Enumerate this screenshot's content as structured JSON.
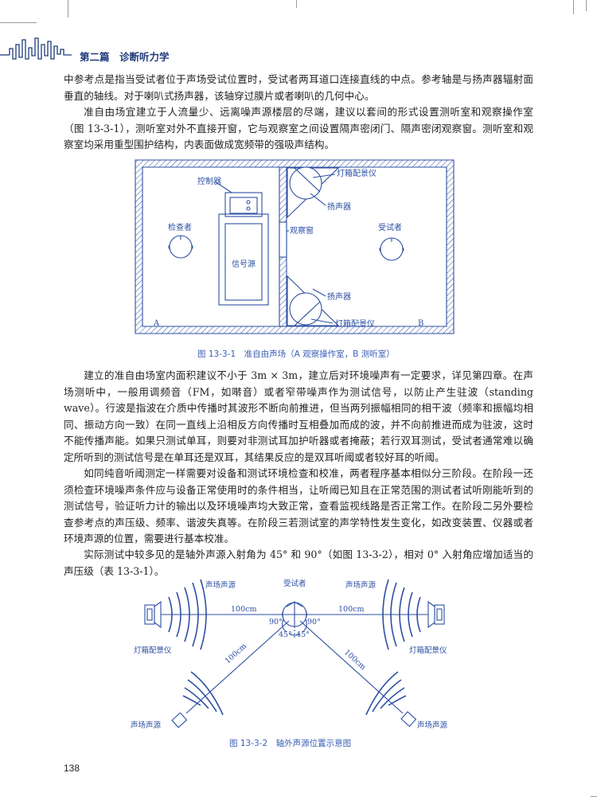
{
  "header": {
    "title": "第二篇　诊断听力学"
  },
  "paragraphs": [
    "中参考点是指当受试者位于声场受试位置时，受试者两耳道口连接直线的中点。参考轴是与扬声器辐射面垂直的轴线。对于喇叭式扬声器，该轴穿过膜片或者喇叭的几何中心。",
    "准自由场宜建立于人流量少、远离噪声源楼层的尽端，建议以套间的形式设置测听室和观察操作室（图 13-3-1），测听室对外不直接开窗，它与观察室之间设置隔声密闭门、隔声密闭观察窗。测听室和观察室均采用重型围护结构，内表面做成宽频带的强吸声结构。",
    "建立的准自由场室内面积建议不小于 3m × 3m，建立后对环境噪声有一定要求，详见第四章。在声场测听中，一般用调频音（FM，如啭音）或者窄带噪声作为测试信号，以防止产生驻波（standing wave）。行波是指波在介质中传播时其波形不断向前推进，但当两列振幅相同的相干波（频率和振幅均相同、振动方向一致）在同一直线上沿相反方向传播时互相叠加而成的波，并不向前推进而成为驻波，这时不能传播声能。如果只测试单耳，则要对非测试耳加护听器或者掩蔽；若行双耳测试，受试者通常难以确定所听到的测试信号是在单耳还是双耳，其结果反应的是双耳听阈或者较好耳的听阈。",
    "如同纯音听阈测定一样需要对设备和测试环境检查和校准，两者程序基本相似分三阶段。在阶段一还须检查环境噪声条件应与设备正常使用时的条件相当，让听阈已知且在正常范围的测试者试听刚能听到的测试信号，验证听力计的输出以及环境噪声均大致正常，查看监视线路是否正常工作。在阶段二另外要检查参考点的声压级、频率、谐波失真等。在阶段三若测试室的声学特性发生变化，如改变装置、仪器或者环境声源的位置，需要进行基本校准。",
    "实际测试中较多见的是轴外声源入射角为 45° 和 90°（如图 13-3-2），相对 0° 入射角应增加适当的声压级（表 13-3-1）。"
  ],
  "figure1": {
    "caption": "图 13-3-1　准自由声场（A 观察操作室，B 测听室）",
    "labels": {
      "controller": "控制器",
      "examiner": "检查者",
      "signal_source": "信号源",
      "window": "观察窗",
      "lightbox_top": "灯箱配景仪",
      "lightbox_bottom": "灯箱配景仪",
      "speaker_top": "扬声器",
      "speaker_bottom": "扬声器",
      "subject": "受试者",
      "room_a": "A",
      "room_b": "B"
    }
  },
  "figure2": {
    "caption": "图 13-3-2　轴外声源位置示意图",
    "labels": {
      "subject": "受试者",
      "source_left": "声场声源",
      "source_right": "声场声源",
      "source_bl": "声场声源",
      "source_br": "声场声源",
      "lightbox_left": "灯箱配景仪",
      "lightbox_right": "灯箱配景仪",
      "dist_left": "100cm",
      "dist_right": "100cm",
      "dist_bl": "100cm",
      "dist_br": "100cm",
      "angle_left": "90°",
      "angle_right": "90°",
      "angle_45_left": "45°",
      "angle_45_right": "45°"
    }
  },
  "page_number": "138",
  "colors": {
    "figure_blue": "#2d4fa3",
    "caption_blue": "#3a5db5",
    "header_blue": "#1f3a7a"
  }
}
